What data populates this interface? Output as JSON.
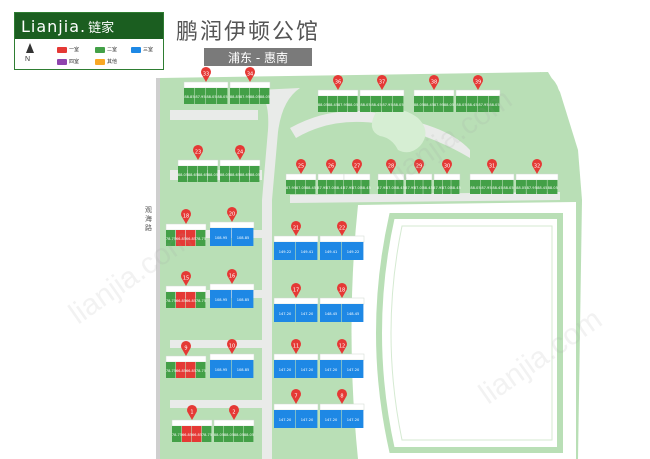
{
  "brand": {
    "en": "Lianjia.",
    "cn": "链家"
  },
  "title": "鹏润伊顿公馆",
  "district": "浦东 - 惠南",
  "road_label": "观海路",
  "north_label": "N",
  "legend": [
    {
      "label": "一室",
      "color": "#e53935"
    },
    {
      "label": "二室",
      "color": "#43a047"
    },
    {
      "label": "三室",
      "color": "#1e88e5"
    },
    {
      "label": "四室",
      "color": "#8e44ad"
    },
    {
      "label": "其他",
      "color": "#f9a825"
    }
  ],
  "watermark": "lianjia.com",
  "buildings": [
    {
      "id": "b33",
      "number": "33",
      "type": "二室",
      "areas": [
        "88.85",
        "87.95",
        "88.05",
        "88.05"
      ]
    },
    {
      "id": "b34",
      "number": "34",
      "type": "二室",
      "areas": [
        "88.85",
        "87.95",
        "88.05",
        "88.05"
      ]
    },
    {
      "id": "b36",
      "number": "36",
      "type": "二室",
      "areas": [
        "88.05",
        "88.45",
        "87.95",
        "88.05"
      ]
    },
    {
      "id": "b37",
      "number": "37",
      "type": "二室",
      "areas": [
        "88.05",
        "88.45",
        "87.95",
        "88.05"
      ]
    },
    {
      "id": "b38",
      "number": "38",
      "type": "二室",
      "areas": [
        "88.05",
        "88.45",
        "87.95",
        "88.05"
      ]
    },
    {
      "id": "b39",
      "number": "39",
      "type": "二室",
      "areas": [
        "88.05",
        "88.45",
        "87.95",
        "88.05"
      ]
    },
    {
      "id": "b23",
      "number": "23",
      "type": "二室",
      "areas": [
        "88.05",
        "88.65",
        "88.65",
        "88.05"
      ]
    },
    {
      "id": "b24",
      "number": "24",
      "type": "二室",
      "areas": [
        "88.05",
        "88.65",
        "88.65",
        "88.05"
      ]
    },
    {
      "id": "b25",
      "number": "25",
      "type": "二室",
      "areas": [
        "87.95",
        "87.05",
        "88.45"
      ]
    },
    {
      "id": "b26",
      "number": "26",
      "type": "二室",
      "areas": [
        "87.95",
        "87.05",
        "88.45"
      ]
    },
    {
      "id": "b27",
      "number": "27",
      "type": "二室",
      "areas": [
        "87.95",
        "87.05",
        "88.45"
      ]
    },
    {
      "id": "b28",
      "number": "28",
      "type": "二室",
      "areas": [
        "87.95",
        "87.05",
        "88.45"
      ]
    },
    {
      "id": "b29",
      "number": "29",
      "type": "二室",
      "areas": [
        "87.95",
        "87.05",
        "88.45"
      ]
    },
    {
      "id": "b30",
      "number": "30",
      "type": "二室",
      "areas": [
        "87.95",
        "87.05",
        "88.45"
      ]
    },
    {
      "id": "b31",
      "number": "31",
      "type": "二室",
      "areas": [
        "88.05",
        "87.95",
        "88.45",
        "88.05"
      ]
    },
    {
      "id": "b32",
      "number": "32",
      "type": "二室",
      "areas": [
        "88.05",
        "87.95",
        "88.45",
        "88.05"
      ]
    },
    {
      "id": "b18",
      "number": "18",
      "type": "一室",
      "areas": [
        "78.75",
        "66.85",
        "66.85",
        "78.75"
      ]
    },
    {
      "id": "b20",
      "number": "20",
      "type": "三室",
      "areas": [
        "108.95",
        "108.85"
      ]
    },
    {
      "id": "b21",
      "number": "21",
      "type": "三室",
      "areas": [
        "149.22",
        "149.41"
      ]
    },
    {
      "id": "b22",
      "number": "22",
      "type": "三室",
      "areas": [
        "149.41",
        "149.22"
      ]
    },
    {
      "id": "b15",
      "number": "15",
      "type": "一室",
      "areas": [
        "78.75",
        "66.85",
        "66.85",
        "78.75"
      ]
    },
    {
      "id": "b16",
      "number": "16",
      "type": "三室",
      "areas": [
        "108.95",
        "108.85"
      ]
    },
    {
      "id": "b17",
      "number": "17",
      "type": "三室",
      "areas": [
        "147.20",
        "147.20"
      ]
    },
    {
      "id": "b18b",
      "number": "18",
      "type": "三室",
      "areas": [
        "148.45",
        "148.45"
      ]
    },
    {
      "id": "b9",
      "number": "9",
      "type": "一室",
      "areas": [
        "78.75",
        "66.85",
        "66.85",
        "78.75"
      ]
    },
    {
      "id": "b10",
      "number": "10",
      "type": "三室",
      "areas": [
        "108.95",
        "108.85"
      ]
    },
    {
      "id": "b11",
      "number": "11",
      "type": "三室",
      "areas": [
        "147.20",
        "147.20"
      ]
    },
    {
      "id": "b12",
      "number": "12",
      "type": "三室",
      "areas": [
        "147.20",
        "147.20"
      ]
    },
    {
      "id": "b1",
      "number": "1",
      "type": "一室",
      "areas": [
        "78.75",
        "66.85",
        "66.85",
        "78.75"
      ]
    },
    {
      "id": "b2",
      "number": "2",
      "type": "二室",
      "areas": [
        "88.05",
        "88.05",
        "88.05",
        "88.05"
      ]
    },
    {
      "id": "b7",
      "number": "7",
      "type": "三室",
      "areas": [
        "147.20",
        "147.20"
      ]
    },
    {
      "id": "b8",
      "number": "8",
      "type": "三室",
      "areas": [
        "147.20",
        "147.20"
      ]
    }
  ]
}
